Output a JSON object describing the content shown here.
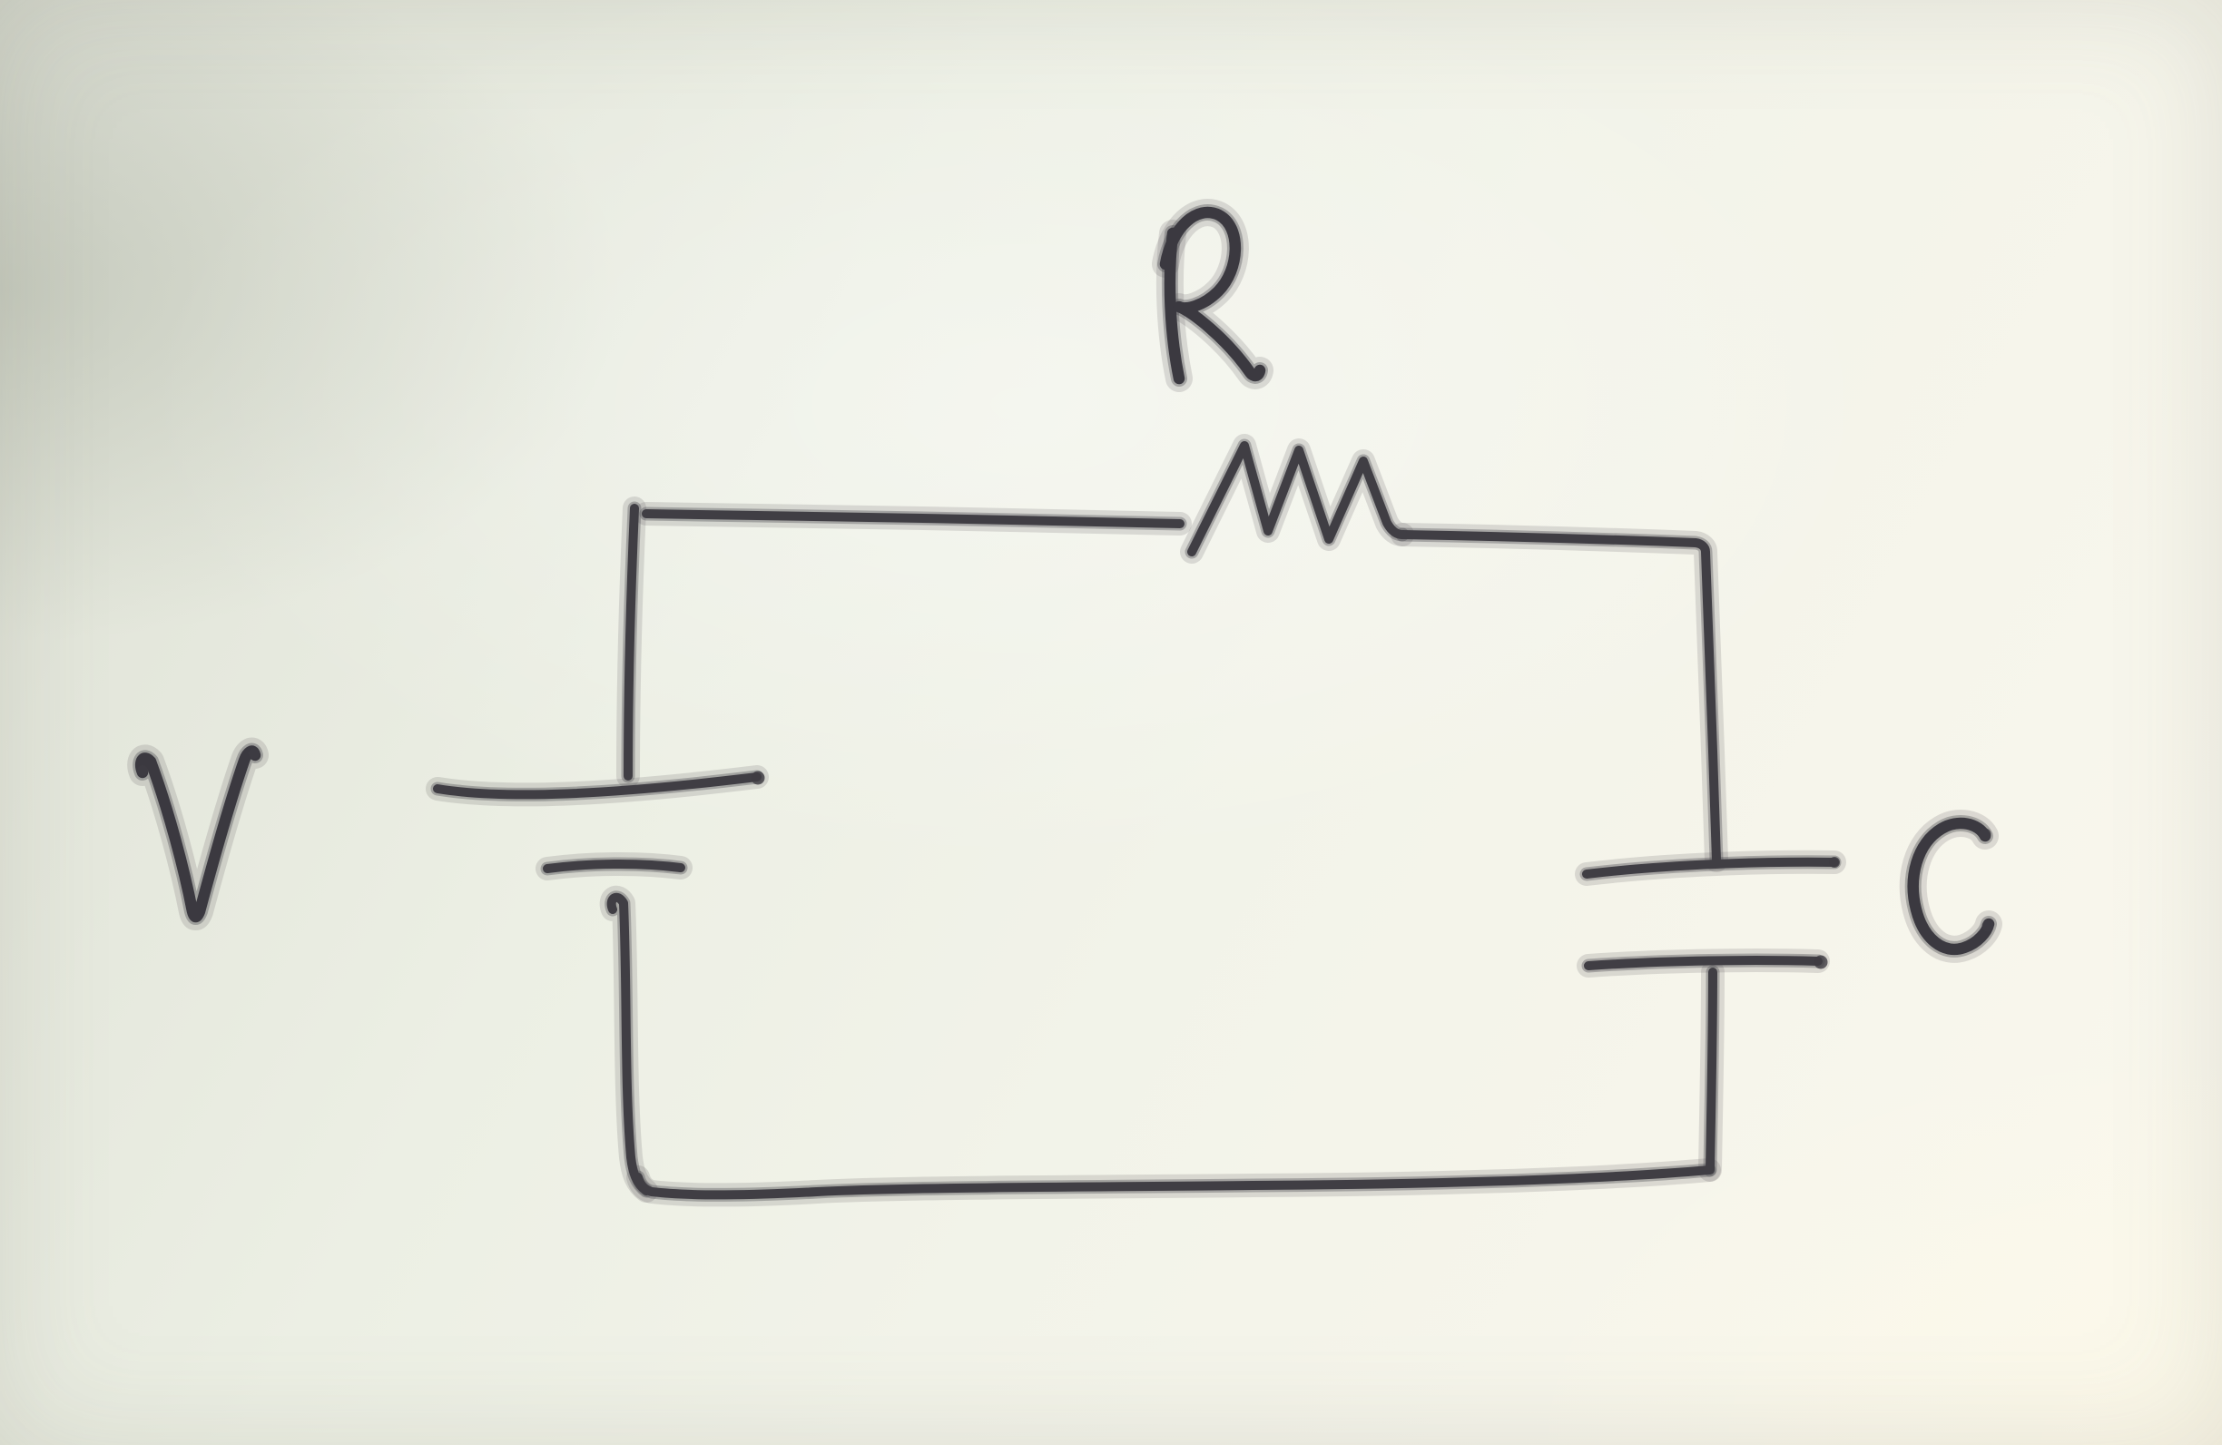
{
  "diagram": {
    "type": "circuit-schematic",
    "medium": "hand-drawn ink sketch photographed on off-white paper",
    "topology": "single series loop: voltage source V, resistor R, capacitor C",
    "labels": {
      "source": "V",
      "resistor": "R",
      "capacitor": "C"
    },
    "components": [
      {
        "id": "battery",
        "label": "V",
        "kind": "dc-voltage-source",
        "symbol": "two parallel plates, long over short",
        "position": "left side of loop"
      },
      {
        "id": "resistor",
        "label": "R",
        "kind": "resistor",
        "symbol": "three-peak zigzag",
        "position": "top side of loop"
      },
      {
        "id": "capacitor",
        "label": "C",
        "kind": "capacitor",
        "symbol": "two equal parallel plates",
        "position": "right side of loop"
      }
    ],
    "colors": {
      "ink": "#403e44",
      "paper_dark_corner": "#d8dbd1",
      "paper_light_corner": "#faf8ee"
    }
  }
}
